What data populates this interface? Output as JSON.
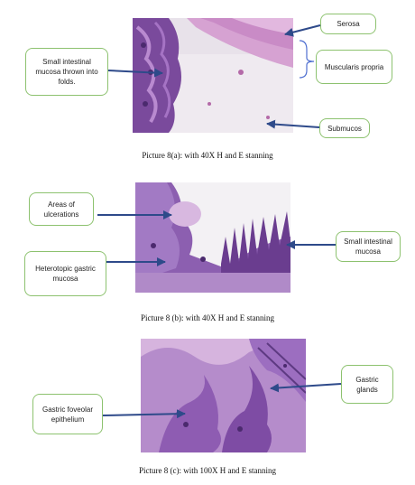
{
  "figures": [
    {
      "labels": {
        "mucosa": "Small intestinal mucosa thrown into folds.",
        "serosa": "Serosa",
        "muscularis": "Muscularis propria",
        "submucosa": "Submucos"
      },
      "caption": "Picture 8(a): with 40X H and E stanning"
    },
    {
      "labels": {
        "ulcerations": "Areas of ulcerations",
        "heterotopic": "Heterotopic gastric mucosa",
        "small_intestinal": "Small intestinal mucosa"
      },
      "caption": "Picture 8 (b): with 40X H and E stanning"
    },
    {
      "labels": {
        "foveolar": "Gastric foveolar epithelium",
        "glands": "Gastric glands"
      },
      "caption": "Picture 8 (c): with 100X H and E stanning"
    }
  ],
  "colors": {
    "box_border": "#8dc26f",
    "arrow": "#2e4a8a",
    "tissue_purple": "#7a4a9c",
    "tissue_pink": "#d9a6d4"
  }
}
